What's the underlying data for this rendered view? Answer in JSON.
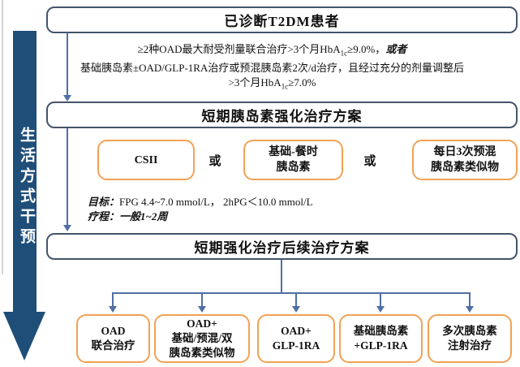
{
  "page": {
    "side_label": "生活方式干预",
    "boxes": {
      "diagnosed": "已诊断T2DM患者",
      "intensive": "短期胰岛素强化治疗方案",
      "followup": "短期强化治疗后续治疗方案"
    },
    "criteria": {
      "l1_text": "≥2种OAD最大耐受剂量联合治疗>3个月HbA",
      "l1_sub": "1c",
      "l1_tail": "≥9.0%，",
      "l1_emph": "或者",
      "l2": "基础胰岛素±OAD/GLP-1RA治疗或预混胰岛素2次/d治疗，且经过充分的剂量调整后",
      "l3_text": ">3个月HbA",
      "l3_sub": "1c",
      "l3_tail": "≥7.0%"
    },
    "or_label": "或",
    "options": [
      {
        "lines": [
          "CSII"
        ]
      },
      {
        "lines": [
          "基础-餐时",
          "胰岛素"
        ]
      },
      {
        "lines": [
          "每日3次预混",
          "胰岛素类似物"
        ]
      }
    ],
    "goal": {
      "label1": "目标：",
      "value1": "FPG 4.4~7.0 mmol/L，  2hPG＜10.0 mmol/L",
      "label2": "疗程：",
      "value2": "一般1~2周"
    },
    "followup_options": [
      {
        "lines": [
          "OAD",
          "联合治疗"
        ]
      },
      {
        "lines": [
          "OAD+",
          "基础/预混/双",
          "胰岛素类似物"
        ]
      },
      {
        "lines": [
          "OAD+",
          "GLP-1RA"
        ]
      },
      {
        "lines": [
          "基础胰岛素",
          "+GLP-1RA"
        ]
      },
      {
        "lines": [
          "多次胰岛素",
          "注射治疗"
        ]
      }
    ],
    "colors": {
      "navy_arrow": "#1F4E79",
      "banner_border": "#44546A",
      "connector": "#4F6FA5",
      "option_border": "#F2A254"
    }
  }
}
